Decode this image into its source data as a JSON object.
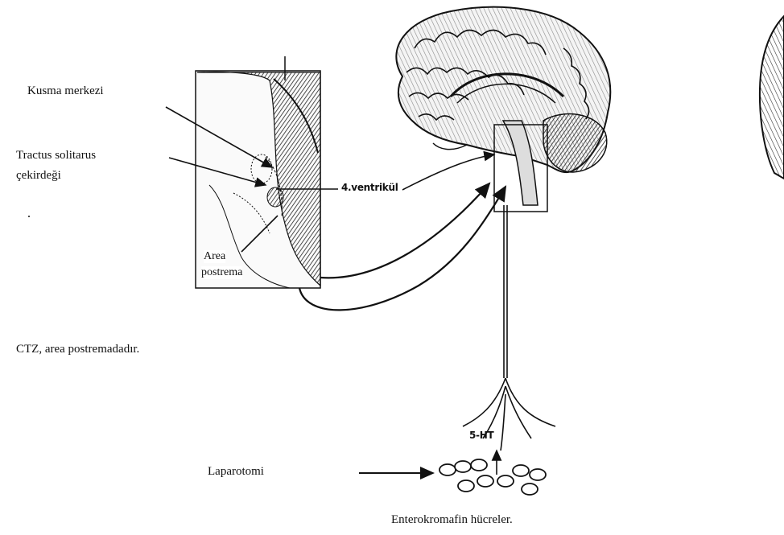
{
  "labels": {
    "kusma_merkezi": "Kusma merkezi",
    "tractus_line1": "Tractus solitarus",
    "tractus_line2": "çekirdeği",
    "ventrikul": "4.ventrikül",
    "area_line1": "Area",
    "area_line2": "postrema",
    "ctz": "CTZ, area postremadadır.",
    "laparotomi": "Laparotomi",
    "serotonin": "5-HT",
    "enterokromafin": "Enterokromafin hücreler."
  },
  "icons": [
    "brain-illustration",
    "brainstem-section-illustration",
    "enterochromaffin-cells",
    "vagal-nerve"
  ],
  "colors": {
    "ink": "#111111",
    "background": "#ffffff"
  }
}
